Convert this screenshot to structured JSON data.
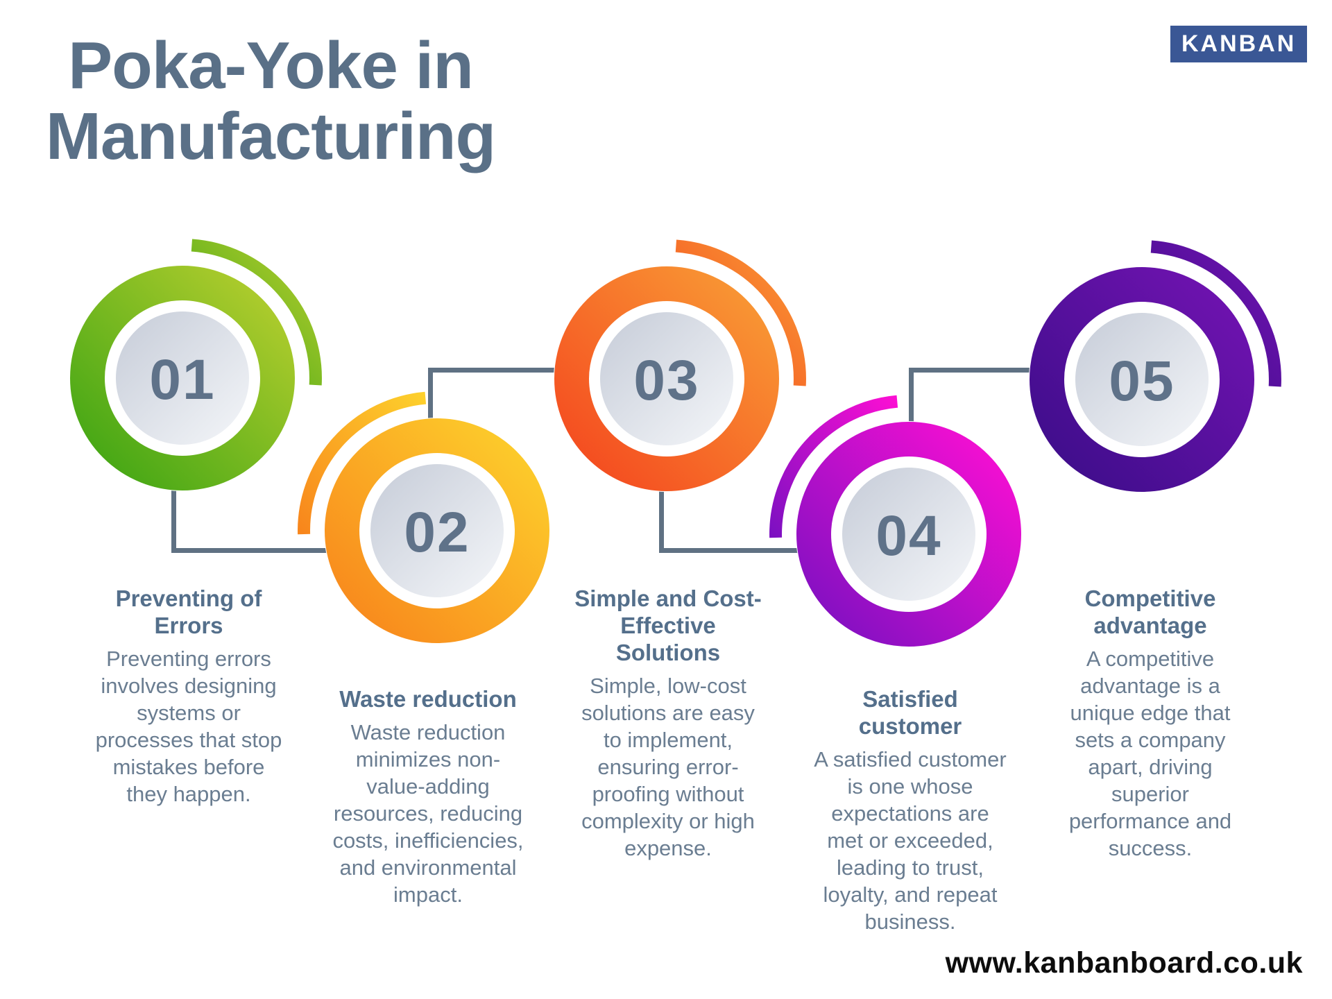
{
  "title": "Poka-Yoke in\nManufacturing",
  "logo": {
    "text": "KANBAN"
  },
  "footer": {
    "url": "www.kanbanboard.co.uk"
  },
  "ui_colors": {
    "connector_line": "#5f7183",
    "heading_text": "#546f8b",
    "body_text": "#6a7d91",
    "number_text": "#5f7289",
    "logo_background": "#3a5795",
    "inner_circle_from": "#c6ccd8",
    "inner_circle_to": "#f4f6f9"
  },
  "steps": [
    {
      "number": "01",
      "heading": "Preventing of\nErrors",
      "body": "Preventing errors\ninvolves designing\nsystems or\nprocesses that stop\nmistakes before\nthey happen.",
      "color_dark": "#3fa514",
      "color_light": "#b5ce2e"
    },
    {
      "number": "02",
      "heading": "Waste reduction",
      "body": "Waste reduction\nminimizes non-\nvalue-adding\nresources, reducing\ncosts, inefficiencies,\nand environmental\nimpact.",
      "color_dark": "#f8861c",
      "color_light": "#fdd02c"
    },
    {
      "number": "03",
      "heading": "Simple and Cost-\nEffective\nSolutions",
      "body": "Simple, low-cost\nsolutions are easy\nto implement,\nensuring error-\nproofing without\ncomplexity or high\nexpense.",
      "color_dark": "#f4481f",
      "color_light": "#f99b35"
    },
    {
      "number": "04",
      "heading": "Satisfied\ncustomer",
      "body": "A satisfied customer\nis one whose\nexpectations are\nmet or exceeded,\nleading to trust,\nloyalty, and repeat\nbusiness.",
      "color_dark": "#7d10c1",
      "color_light": "#fb0fd3"
    },
    {
      "number": "05",
      "heading": "Competitive\nadvantage",
      "body": "A competitive\nadvantage is a\nunique edge that\nsets a company\napart, driving\nsuperior\nperformance and\nsuccess.",
      "color_dark": "#3d0d8a",
      "color_light": "#7113b1"
    }
  ]
}
